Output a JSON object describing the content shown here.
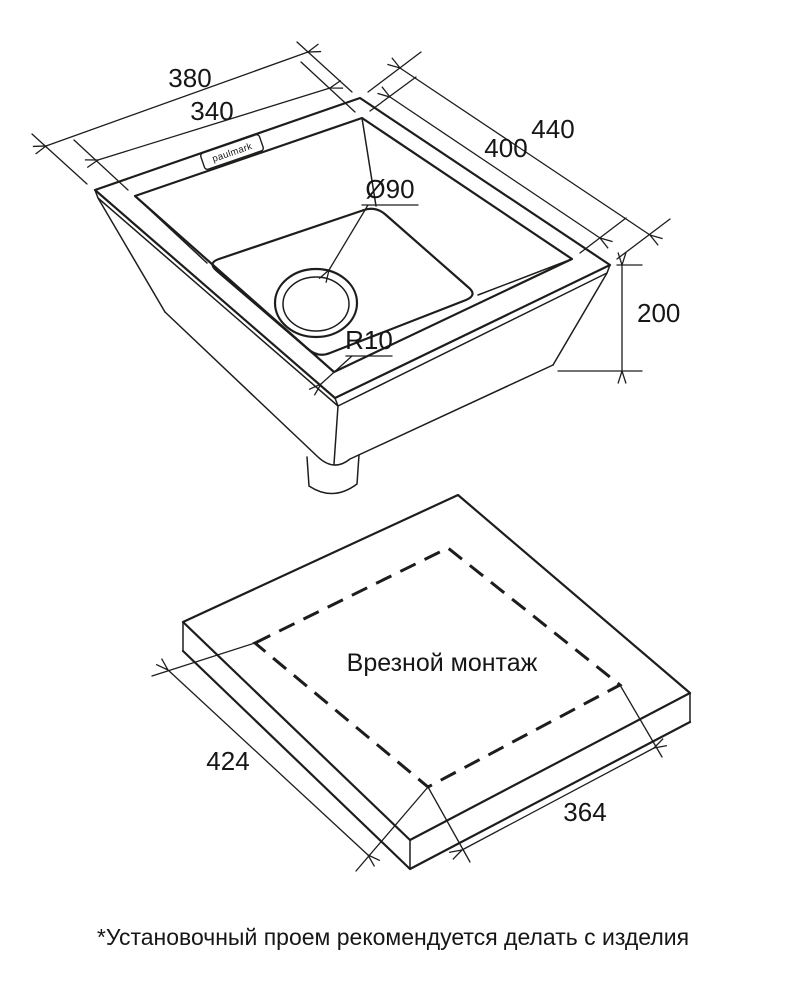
{
  "page": {
    "background": "#ffffff",
    "line_color": "#1d1d1b"
  },
  "sink_view": {
    "brand_label": "paulmark",
    "dimensions": {
      "outer_width": "380",
      "inner_width": "340",
      "outer_depth": "440",
      "inner_depth": "400",
      "drain_diameter": "Ø90",
      "corner_radius": "R10",
      "bowl_height": "200"
    }
  },
  "cutout_view": {
    "mount_label": "Врезной монтаж",
    "dimensions": {
      "cutout_width": "424",
      "cutout_depth": "364"
    }
  },
  "footnote": "*Установочный проем рекомендуется делать с изделия"
}
